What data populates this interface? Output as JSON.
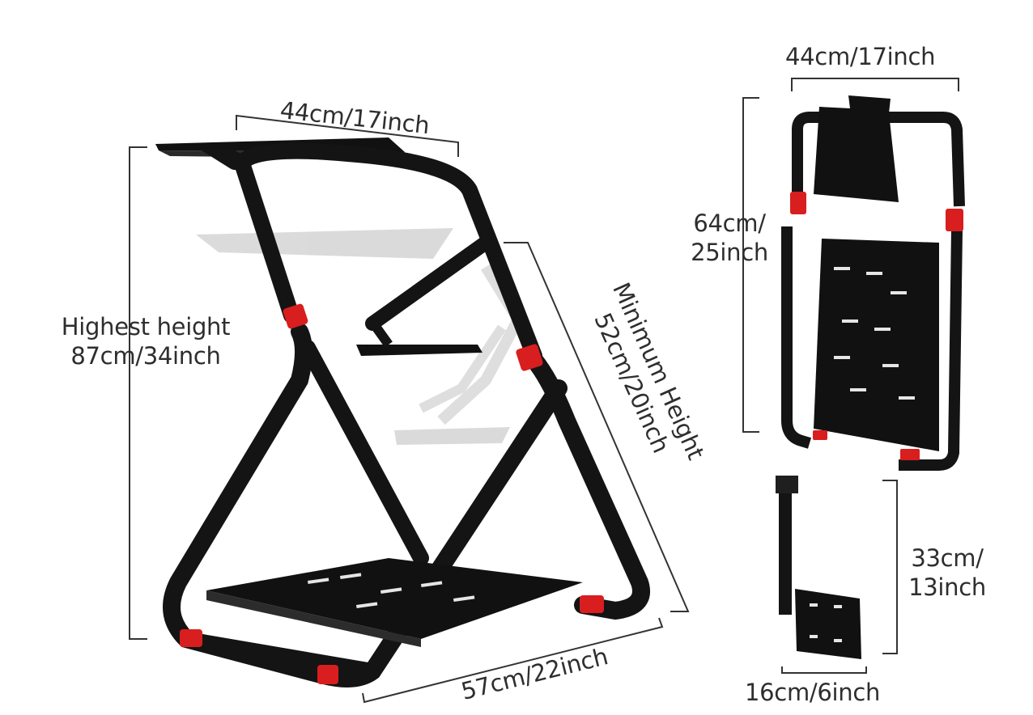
{
  "labels": {
    "main_top_width": "44cm/17inch",
    "highest_height_line1": "Highest height",
    "highest_height_line2": "87cm/34inch",
    "minimum_height_line1": "Minimum Height",
    "minimum_height_line2": "52cm/20inch",
    "main_bottom_depth": "57cm/22inch",
    "folded_width": "44cm/17inch",
    "folded_height_line1": "64cm/",
    "folded_height_line2": "25inch",
    "bracket_height_line1": "33cm/",
    "bracket_height_line2": "13inch",
    "bracket_width": "16cm/6inch"
  },
  "colors": {
    "frame": "#141414",
    "accent_red": "#d81e1e",
    "ghost": "#c9c9c9",
    "dimension_line": "#333333"
  }
}
